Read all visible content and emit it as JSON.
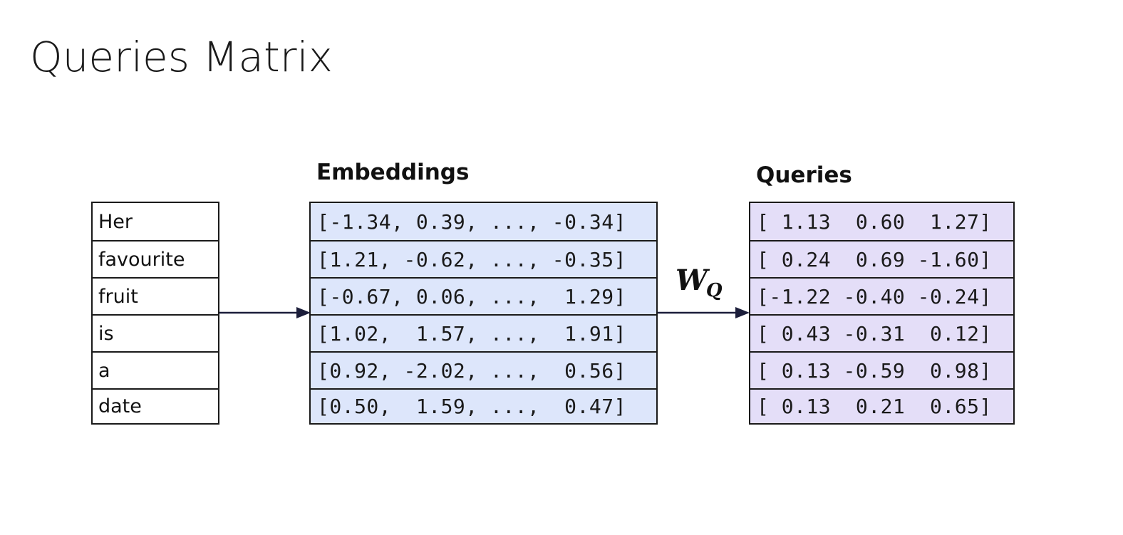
{
  "title": "Queries Matrix",
  "embeddings_label": "Embeddings",
  "queries_label": "Queries",
  "weight_symbol": "W",
  "weight_subscript": "Q",
  "tokens": [
    "Her",
    "favourite",
    "fruit",
    "is",
    "a",
    "date"
  ],
  "embeddings": [
    "[-1.34, 0.39, ..., -0.34]",
    "[1.21, -0.62, ..., -0.35]",
    "[-0.67, 0.06, ...,  1.29]",
    "[1.02,  1.57, ...,  1.91]",
    "[0.92, -2.02, ...,  0.56]",
    "[0.50,  1.59, ...,  0.47]"
  ],
  "queries": [
    "[ 1.13  0.60  1.27]",
    "[ 0.24  0.69 -1.60]",
    "[-1.22 -0.40 -0.24]",
    "[ 0.43 -0.31  0.12]",
    "[ 0.13 -0.59  0.98]",
    "[ 0.13  0.21  0.65]"
  ],
  "colors": {
    "embeddings_fill": "#dde6fb",
    "queries_fill": "#e4def8",
    "arrow": "#1b1d3a"
  }
}
